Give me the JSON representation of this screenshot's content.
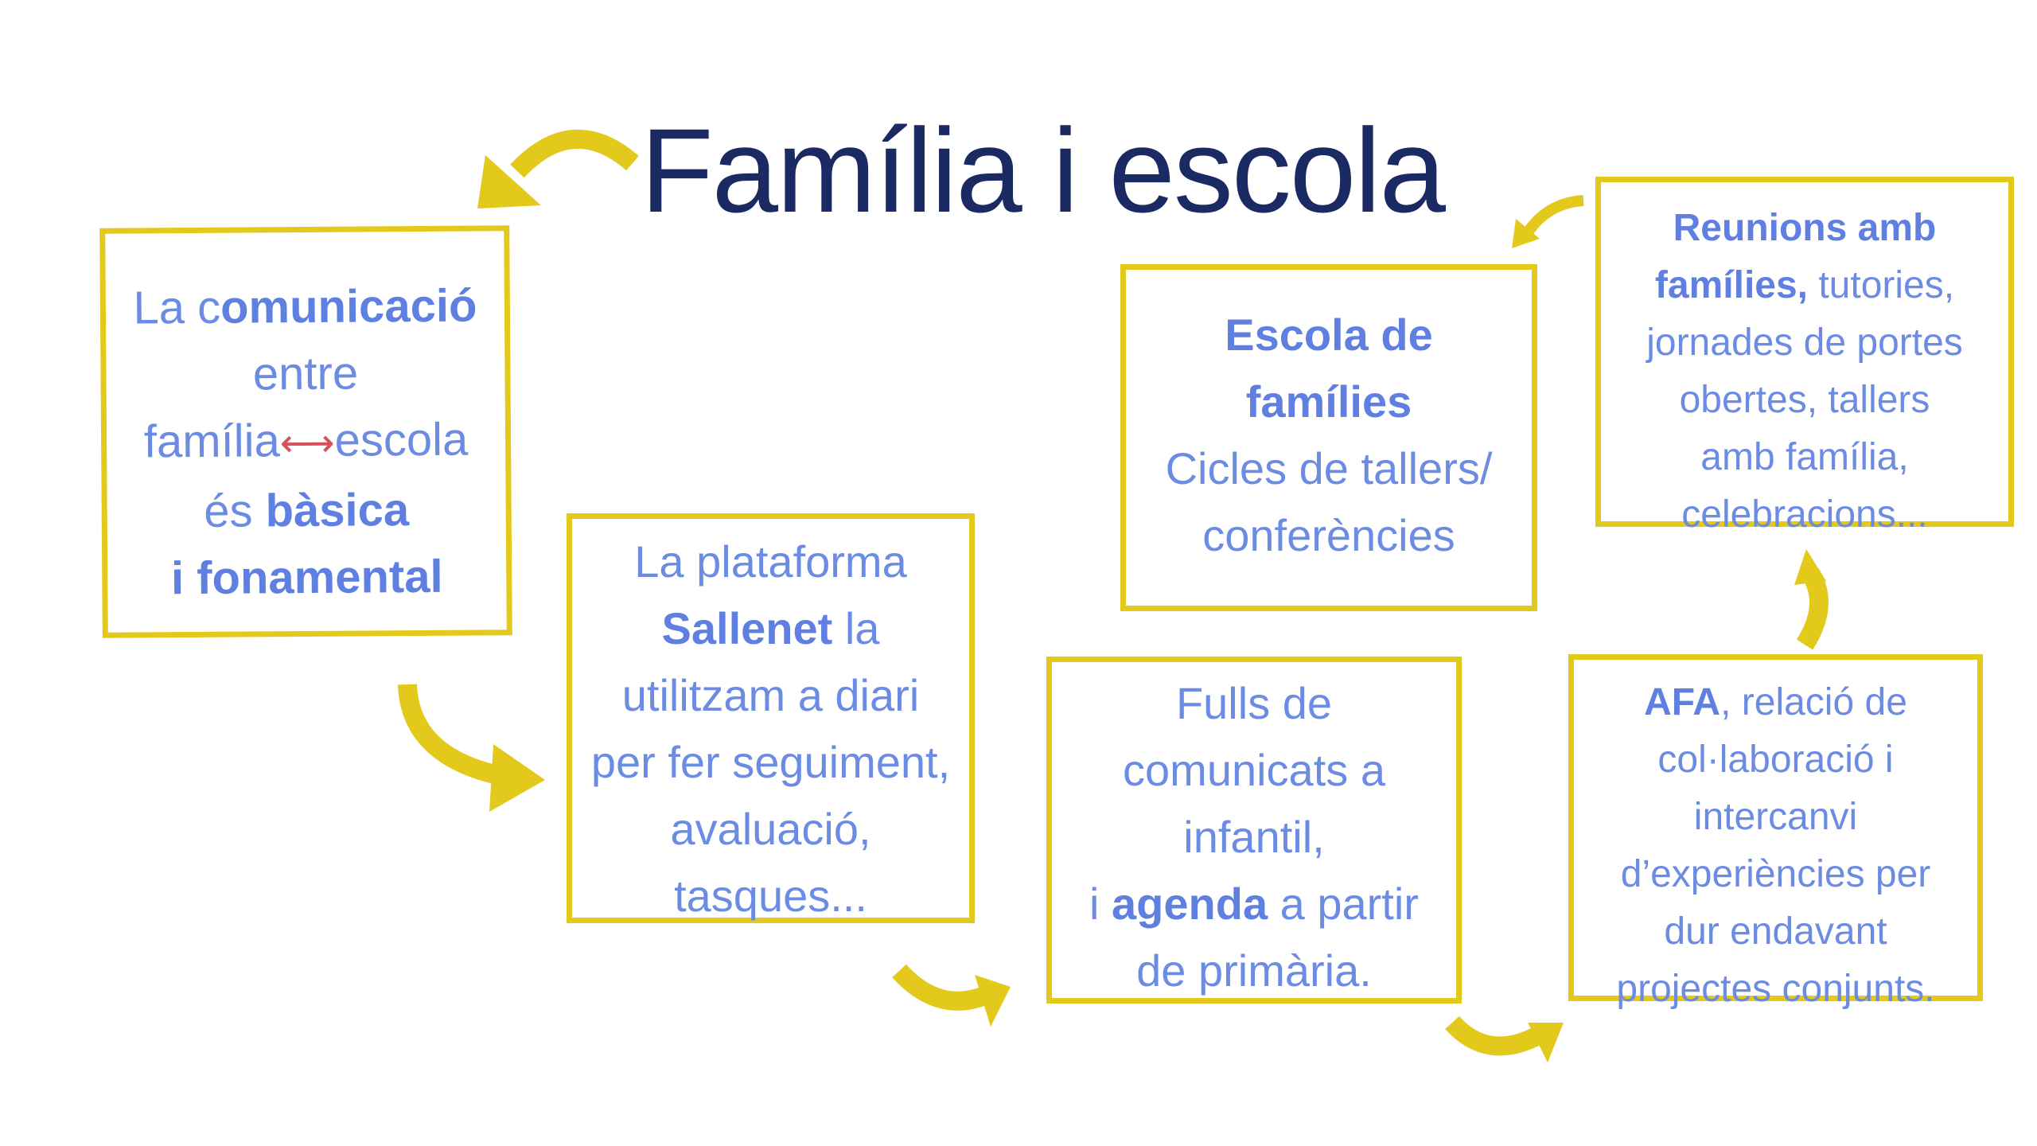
{
  "title": "Família i escola",
  "colors": {
    "title": "#1c2a63",
    "text": "#6c8be3",
    "frame": "#e3c91b",
    "accent_arrow": "#d9505a"
  },
  "boxes": {
    "comunicacio": {
      "l1a": "La c",
      "l1b": "omunicació",
      "l2": "entre",
      "l3a": "família",
      "l3arrow": "⟷",
      "l3b": "escola",
      "l4a": "és ",
      "l4b": "bàsica",
      "l5": "i fonamental"
    },
    "sallenet": {
      "l1": "La plataforma",
      "l2a": "Sallenet",
      "l2b": " la",
      "l3": "utilitzam a diari",
      "l4": "per fer seguiment,",
      "l5": "avaluació,",
      "l6": "tasques..."
    },
    "escola_families": {
      "l1": "Escola de",
      "l2": "famílies",
      "l3": "Cicles de tallers/",
      "l4": "conferències"
    },
    "reunions": {
      "l1": "Reunions amb",
      "l2a": "famílies,",
      "l2b": " tutories,",
      "l3": "jornades de portes",
      "l4": "obertes, tallers",
      "l5": "amb família,",
      "l6": "celebracions..."
    },
    "fulls": {
      "l1": "Fulls de",
      "l2": "comunicats a",
      "l3": "infantil,",
      "l4a": "i ",
      "l4b": "agenda",
      "l4c": " a partir",
      "l5": "de primària."
    },
    "afa": {
      "l1a": "AFA",
      "l1b": ", relació de",
      "l2": "col·laboració i",
      "l3": "intercanvi",
      "l4": "d’experiències per",
      "l5": "dur endavant",
      "l6": "projectes conjunts."
    }
  }
}
